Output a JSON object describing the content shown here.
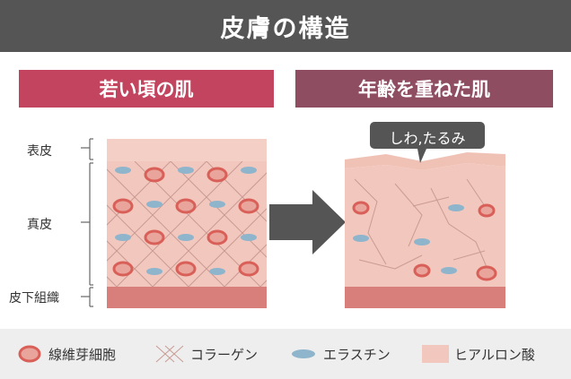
{
  "title": "皮膚の構造",
  "panels": {
    "young_label": "若い頃の肌",
    "aged_label": "年齢を重ねた肌"
  },
  "layers": {
    "epidermis": "表皮",
    "dermis": "真皮",
    "subcutaneous": "皮下組織"
  },
  "callout": "しわ,たるみ",
  "legend": {
    "fibroblast": "線維芽細胞",
    "collagen": "コラーゲン",
    "elastin": "エラスチン",
    "hyaluronic": "ヒアルロン酸"
  },
  "colors": {
    "title_bg": "#555555",
    "young_header": "#c2445f",
    "aged_header": "#8f4d62",
    "skin_fill": "#f2c7bd",
    "subcutaneous": "#d97f7b",
    "fibroblast": "#d96059",
    "elastin": "#8fb5cc",
    "arrow": "#555555"
  }
}
